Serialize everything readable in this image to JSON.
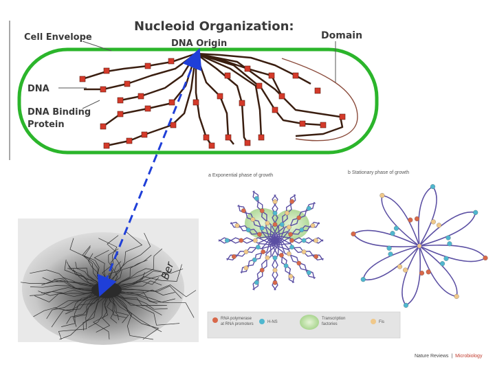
{
  "header": {
    "title": "Nucleoid Organization:"
  },
  "schematic": {
    "labels": {
      "cell_envelope": "Cell Envelope",
      "dna_origin": "DNA Origin",
      "domain": "Domain",
      "dna": "DNA",
      "dna_binding_protein_line1": "DNA Binding",
      "dna_binding_protein_line2": "Protein"
    },
    "colors": {
      "envelope": "#2bb52b",
      "dna": "#3a1e10",
      "protein": "#d43a2a",
      "domain_loop": "#8a4a3a"
    }
  },
  "connector": {
    "color": "#1f3fd8",
    "style": "dashed-double-arrow"
  },
  "micrograph": {
    "signature_text": "Ber"
  },
  "panel_a": {
    "title": "a  Exponential phase of growth"
  },
  "panel_b": {
    "title": "b  Stationary phase of growth"
  },
  "legend": {
    "items": [
      {
        "label_line1": "RNA polymerase",
        "label_line2": "at RNA promoters",
        "color": "#d8684a"
      },
      {
        "label_line1": "H-NS",
        "label_line2": "",
        "color": "#4fb7cf"
      },
      {
        "label_line1": "Transcription",
        "label_line2": "factories",
        "color": "#bfe0a8"
      },
      {
        "label_line1": "Fis",
        "label_line2": "",
        "color": "#f0c88a"
      }
    ]
  },
  "credit": {
    "publisher": "Nature Reviews",
    "separator": "|",
    "journal": "Microbiology"
  }
}
